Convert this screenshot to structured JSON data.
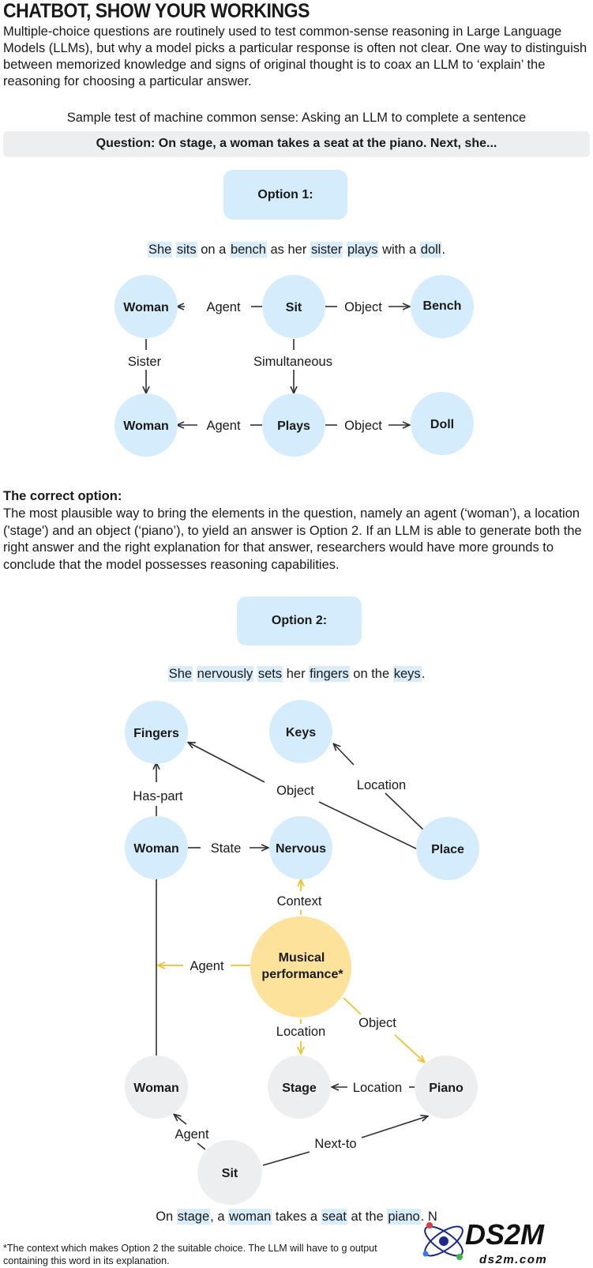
{
  "title": "CHATBOT, SHOW YOUR WORKINGS",
  "intro": "Multiple-choice questions are routinely used to test common-sense reasoning in Large Language Models (LLMs), but why a model picks a particular response is often not clear. One way to distinguish between memorized knowledge and signs of original thought is to coax an LLM to ‘explain’ the reasoning for choosing a particular answer.",
  "subtitle": "Sample test of machine common sense: Asking an LLM to complete a sentence",
  "question": "Question: On stage, a woman takes a seat at the piano. Next, she...",
  "option1": {
    "label": "Option 1:",
    "sentence": [
      {
        "t": "She",
        "h": true
      },
      {
        "t": " ",
        "h": false
      },
      {
        "t": "sits",
        "h": true
      },
      {
        "t": " on a ",
        "h": false
      },
      {
        "t": "bench",
        "h": true
      },
      {
        "t": " as her ",
        "h": false
      },
      {
        "t": "sister",
        "h": true
      },
      {
        "t": " ",
        "h": false
      },
      {
        "t": "plays",
        "h": true
      },
      {
        "t": " with a ",
        "h": false
      },
      {
        "t": "doll",
        "h": true
      },
      {
        "t": ".",
        "h": false
      }
    ],
    "nodes": {
      "woman1": "Woman",
      "sit": "Sit",
      "bench": "Bench",
      "woman2": "Woman",
      "plays": "Plays",
      "doll": "Doll"
    },
    "edges": {
      "agent1": "Agent",
      "object1": "Object",
      "sister": "Sister",
      "simultaneous": "Simultaneous",
      "agent2": "Agent",
      "object2": "Object"
    }
  },
  "correct": {
    "heading": "The correct option:",
    "body": "The most plausible way to bring the elements in the question, namely an agent (‘woman’), a location ('stage') and an object (‘piano’), to yield an answer is Option 2. If an LLM is able to generate both the right answer and the right explanation for that answer, researchers would have more grounds to conclude that the model possesses reasoning capabilities."
  },
  "option2": {
    "label": "Option 2:",
    "sentence": [
      {
        "t": "She",
        "h": true
      },
      {
        "t": " ",
        "h": false
      },
      {
        "t": "nervously",
        "h": true
      },
      {
        "t": " ",
        "h": false
      },
      {
        "t": "sets",
        "h": true
      },
      {
        "t": " her ",
        "h": false
      },
      {
        "t": "fingers",
        "h": true
      },
      {
        "t": " on the ",
        "h": false
      },
      {
        "t": "keys",
        "h": true
      },
      {
        "t": ".",
        "h": false
      }
    ],
    "nodes": {
      "fingers": "Fingers",
      "keys": "Keys",
      "woman": "Woman",
      "nervous": "Nervous",
      "place": "Place",
      "musical1": "Musical",
      "musical2": "performance*",
      "woman_q": "Woman",
      "stage": "Stage",
      "piano": "Piano",
      "sit": "Sit"
    },
    "edges": {
      "object": "Object",
      "location_keys": "Location",
      "has_part": "Has-part",
      "state": "State",
      "context": "Context",
      "agent_musical": "Agent",
      "location_musical": "Location",
      "object_musical": "Object",
      "location_piano": "Location",
      "agent_sit": "Agent",
      "next_to": "Next-to"
    }
  },
  "final_sentence": [
    {
      "t": "On ",
      "h": false
    },
    {
      "t": "stage",
      "h": true
    },
    {
      "t": ", a ",
      "h": false
    },
    {
      "t": "woman",
      "h": true
    },
    {
      "t": " takes a ",
      "h": false
    },
    {
      "t": "seat",
      "h": true
    },
    {
      "t": " at the ",
      "h": false
    },
    {
      "t": "piano",
      "h": true
    },
    {
      "t": ". N",
      "h": false
    }
  ],
  "footnote": "*The context which makes Option 2 the suitable choice. The LLM will have to g output containing this word in its explanation.",
  "logo": {
    "name": "DS2M",
    "url": "ds2m.com"
  },
  "colors": {
    "blue_node": "#d4ecfb",
    "yellow_node": "#fce29a",
    "yellow_arrow": "#f2c12e",
    "grey_node": "#eceef0",
    "dark": "#2b2f36"
  }
}
